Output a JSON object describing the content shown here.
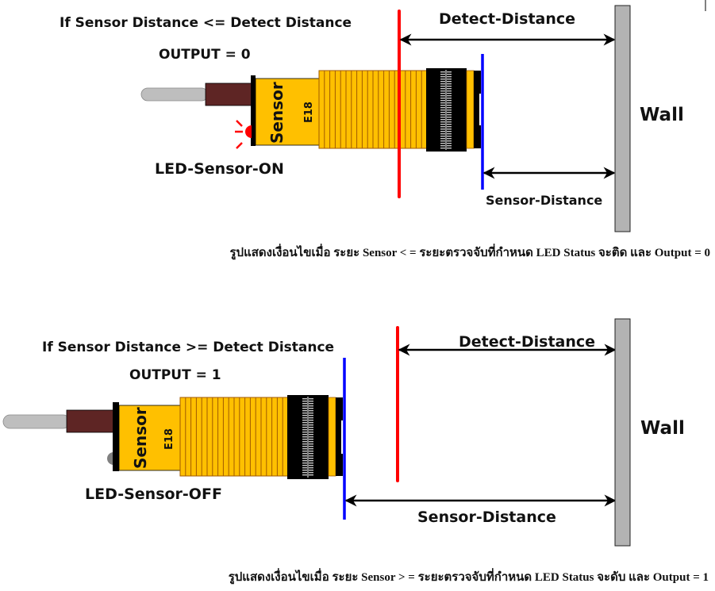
{
  "colors": {
    "sensor_body": "#FFC000",
    "body_stroke": "#A05A00",
    "cable": "#5E2524",
    "wire": "#BEBEBE",
    "wall": "#B3B3B3",
    "detect_line": "#FF0000",
    "sensor_line": "#0000FF",
    "led_on": "#FF0000",
    "led_off": "#808080"
  },
  "top_scene": {
    "condition": "If  Sensor Distance <= Detect Distance",
    "output": "OUTPUT = 0",
    "sensor_label": "Sensor",
    "sensor_model": "E18",
    "led_label": "LED-Sensor-ON",
    "led_state": "on",
    "detect_label": "Detect-Distance",
    "sensor_distance_label": "Sensor-Distance",
    "wall_label": "Wall",
    "caption": "รูปแสดงเงื่อนไขเมื่อ ระยะ Sensor < = ระยะตรวจจับที่กำหนด  LED Status จะติด และ Output = 0"
  },
  "bottom_scene": {
    "condition": "If  Sensor Distance >= Detect Distance",
    "output": "OUTPUT = 1",
    "sensor_label": "Sensor",
    "sensor_model": "E18",
    "led_label": "LED-Sensor-OFF",
    "led_state": "off",
    "detect_label": "Detect-Distance",
    "sensor_distance_label": "Sensor-Distance",
    "wall_label": "Wall",
    "caption": "รูปแสดงเงื่อนไขเมื่อ ระยะ Sensor > = ระยะตรวจจับที่กำหนด LED Status จะดับ และ Output = 1"
  }
}
